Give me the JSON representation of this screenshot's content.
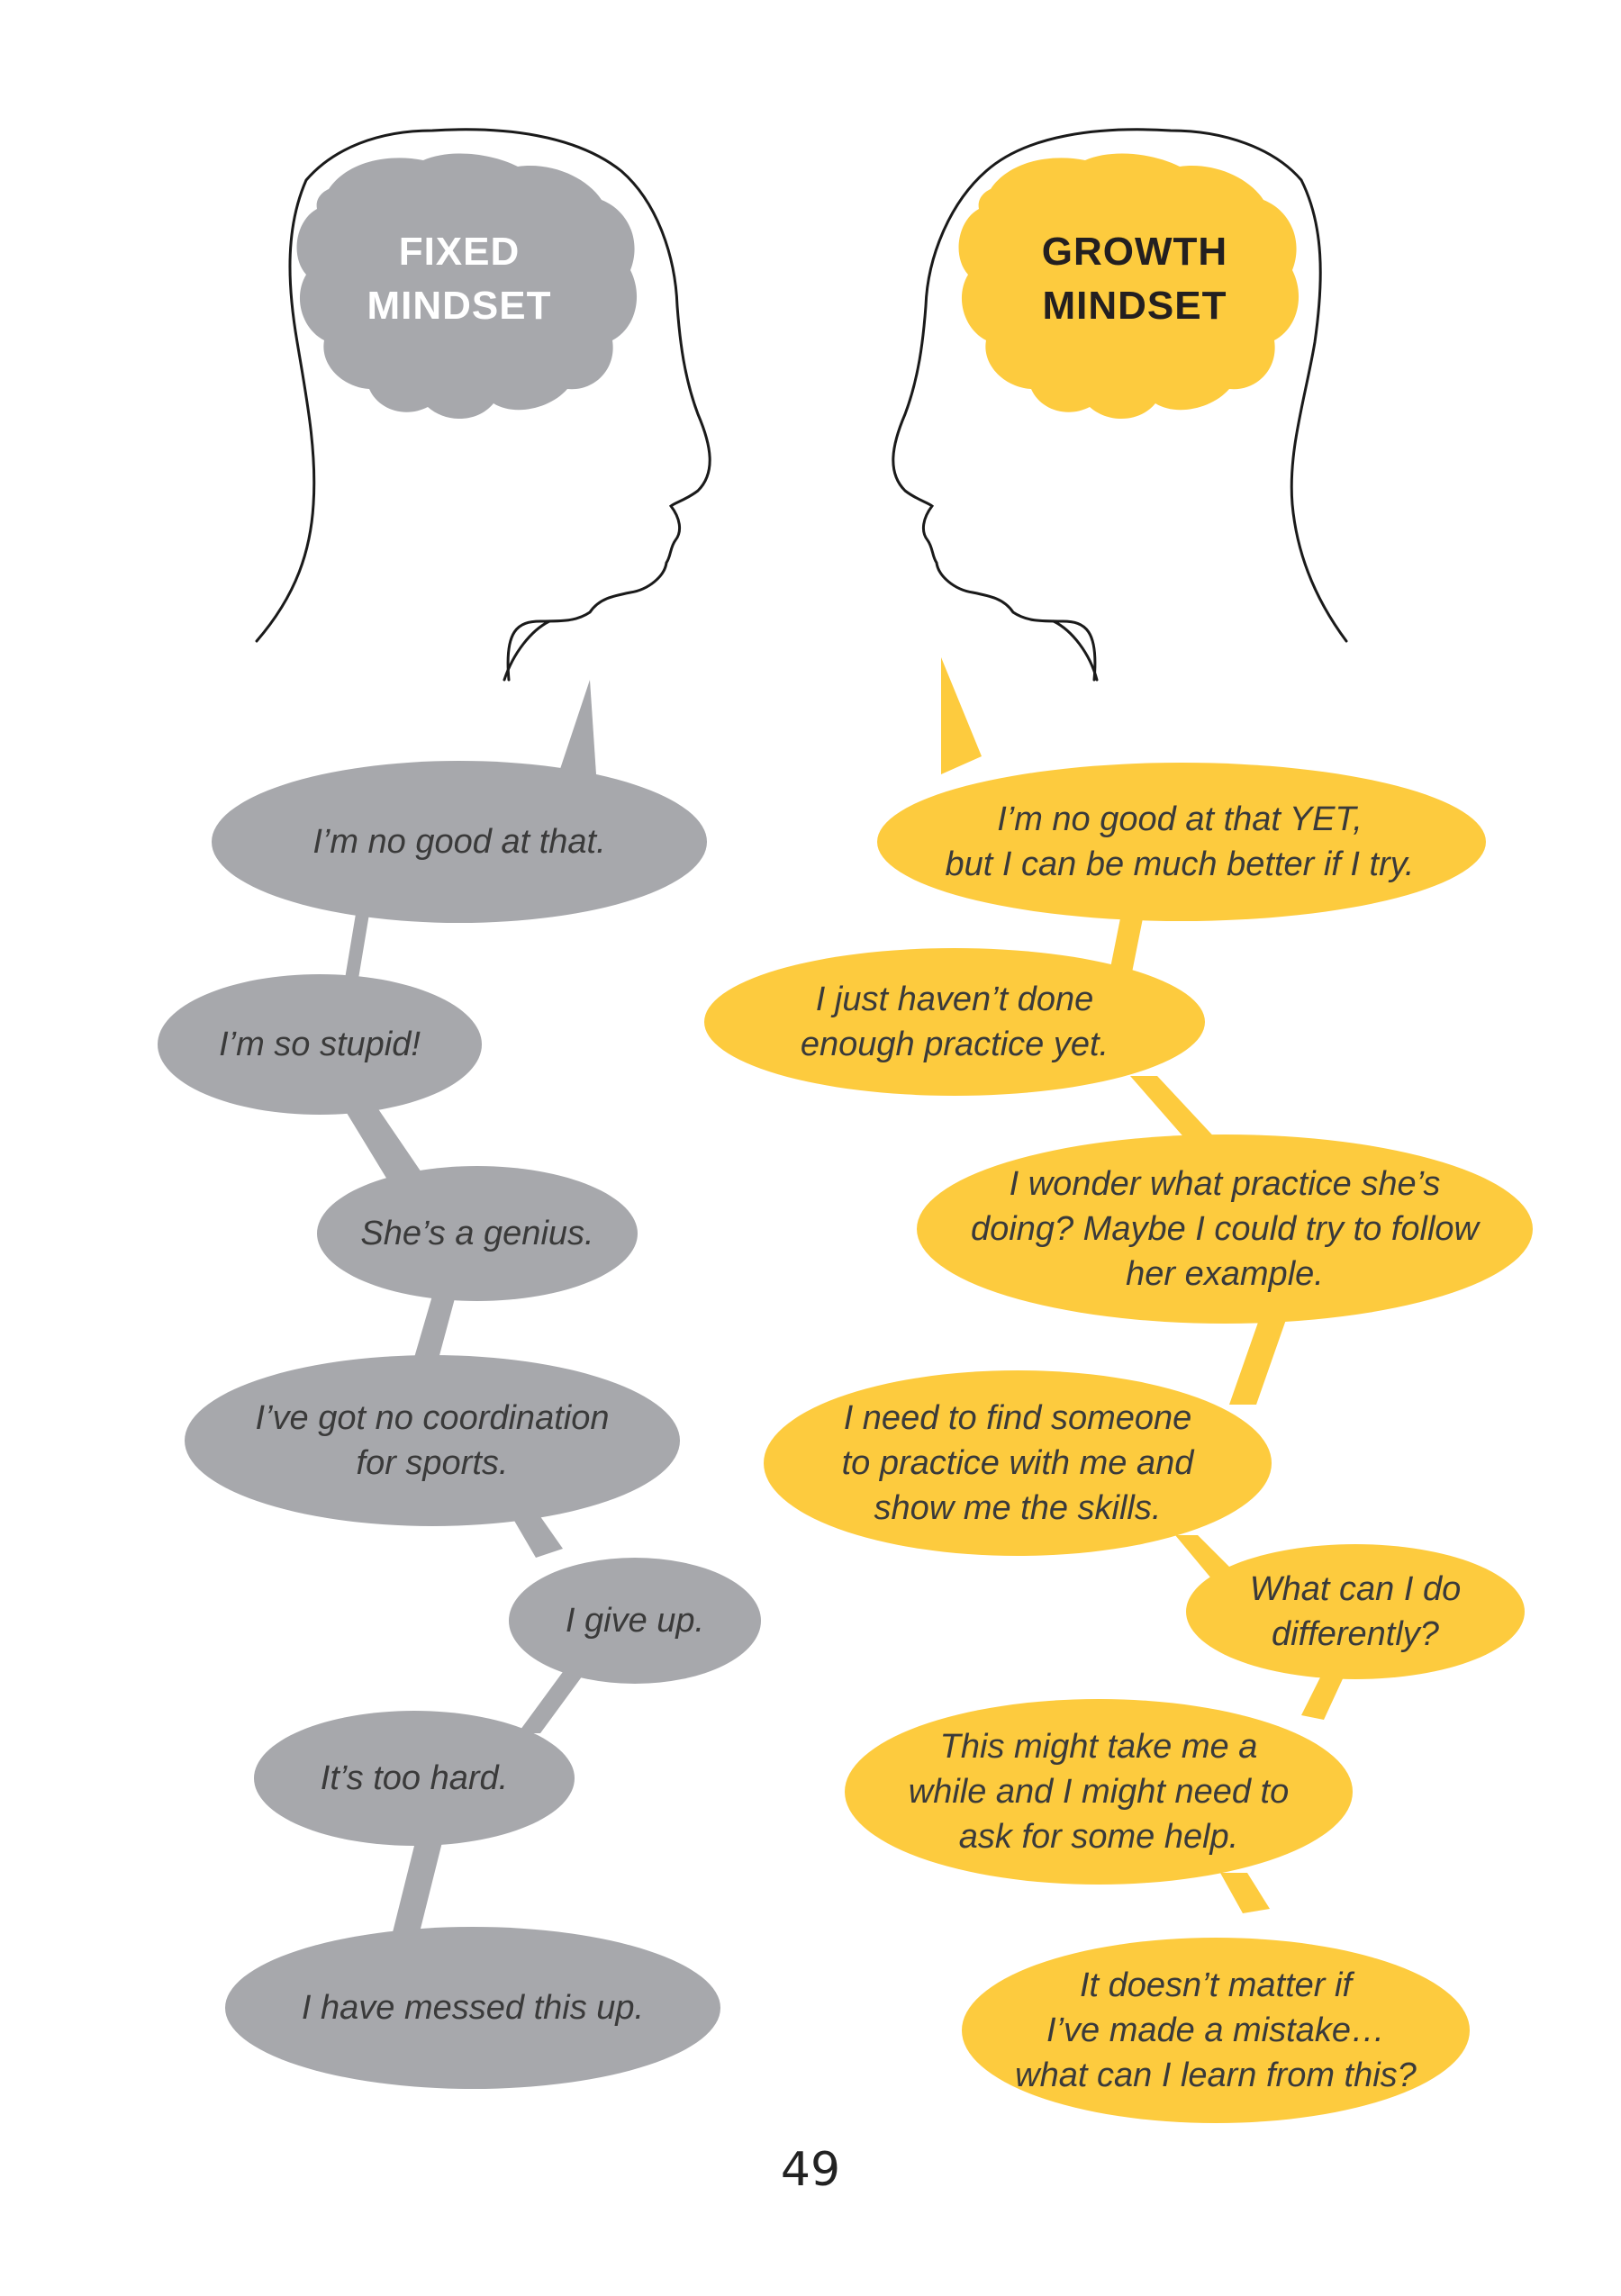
{
  "colors": {
    "fixed": "#a7a8ac",
    "growth": "#fdcb3e",
    "fixed_label": "#ffffff",
    "growth_label": "#231f20",
    "outline": "#1a1a1a"
  },
  "fixed": {
    "label_lines": [
      "FIXED",
      "MINDSET"
    ],
    "bubbles": [
      {
        "lines": [
          "I’m no good at that."
        ]
      },
      {
        "lines": [
          "I’m so stupid!"
        ]
      },
      {
        "lines": [
          "She’s a genius."
        ]
      },
      {
        "lines": [
          "I’ve got no coordination",
          "for sports."
        ]
      },
      {
        "lines": [
          "I give up."
        ]
      },
      {
        "lines": [
          "It’s too hard."
        ]
      },
      {
        "lines": [
          "I have messed this up."
        ]
      }
    ]
  },
  "growth": {
    "label_lines": [
      "GROWTH",
      "MINDSET"
    ],
    "bubbles": [
      {
        "lines": [
          "I’m no good at that YET,",
          "but I can be much better if I try."
        ]
      },
      {
        "lines": [
          "I just haven’t done",
          "enough practice yet."
        ]
      },
      {
        "lines": [
          "I wonder what practice she’s",
          "doing? Maybe I could try to follow",
          "her example."
        ]
      },
      {
        "lines": [
          "I need to find someone",
          "to practice with me and",
          "show me the skills."
        ]
      },
      {
        "lines": [
          "What can I do",
          "differently?"
        ]
      },
      {
        "lines": [
          "This might take me a",
          "while and I might need to",
          "ask for some help."
        ]
      },
      {
        "lines": [
          "It doesn’t matter if",
          "I’ve made a mistake…",
          "what can I learn from this?"
        ]
      }
    ]
  },
  "page_number": "49"
}
